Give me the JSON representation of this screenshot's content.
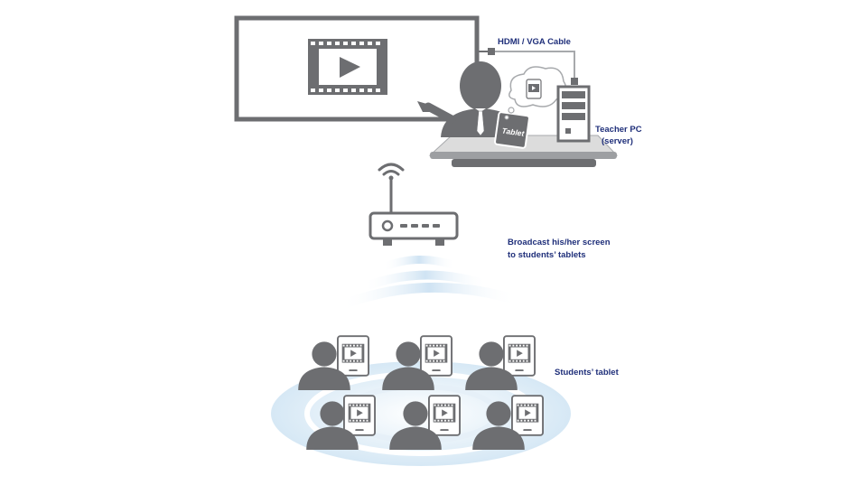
{
  "labels": {
    "cable": "HDMI / VGA Cable",
    "teacher_pc_line1": "Teacher PC",
    "teacher_pc_line2": "(server)",
    "tablet": "Tablet",
    "broadcast_line1": "Broadcast his/her screen",
    "broadcast_line2": "to students’ tablets",
    "students": "Students’ tablet"
  },
  "colors": {
    "device_gray": "#6d6e71",
    "light_gray": "#a7a9ac",
    "text_navy": "#1f2f7a",
    "wave_blue": "#cfe3f3"
  }
}
